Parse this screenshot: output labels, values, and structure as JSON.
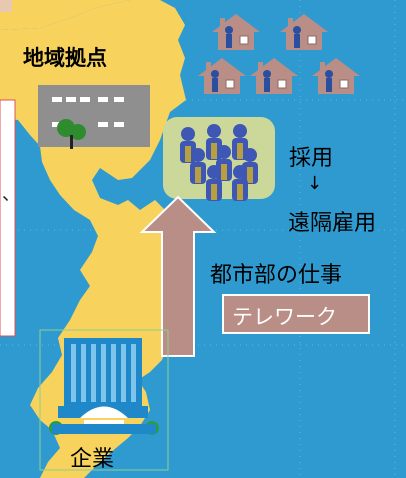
{
  "labels": {
    "regional_base": "地域拠点",
    "recruitment": "採用",
    "arrow_down": "↓",
    "remote_employment": "遠隔雇用",
    "urban_job": "都市部の仕事",
    "telework": "テレワーク",
    "company": "企業"
  },
  "colors": {
    "sea": "#2E9AD0",
    "land": "#F7D35E",
    "arrow": "#B98E86",
    "telework_box": "#B98E86",
    "house": "#B98E86",
    "building": "#8F8F8F",
    "people_panel": "#CCD79A",
    "company_building": "#1E88C8"
  },
  "icons": {
    "houses": "house-icon",
    "people": "people-icon",
    "office": "office-building-icon",
    "company": "company-building-icon",
    "tree": "tree-icon"
  }
}
